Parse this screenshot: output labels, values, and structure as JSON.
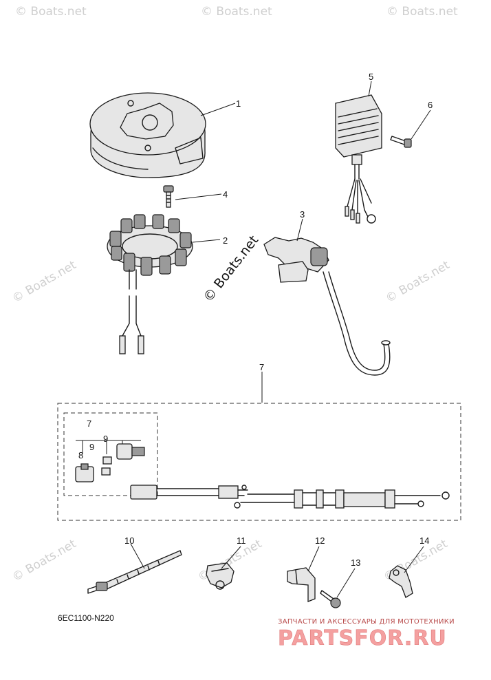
{
  "watermark": "© Boats.net",
  "diagram_code": "6EC1100-N220",
  "brand": {
    "tagline": "ЗАПЧАСТИ И АКСЕССУАРЫ ДЛЯ МОТОТЕХНИКИ",
    "name": "PARTSFOR.RU"
  },
  "callouts": {
    "c1": "1",
    "c2": "2",
    "c3": "3",
    "c4": "4",
    "c5": "5",
    "c6": "6",
    "c7": "7",
    "c7b": "7",
    "c8": "8",
    "c9a": "9",
    "c9b": "9",
    "c10": "10",
    "c11": "11",
    "c12": "12",
    "c13": "13",
    "c14": "14"
  },
  "colors": {
    "ink": "#1a1a1a",
    "watermark": "#cfcfcf",
    "brand_red": "#f4a0a0"
  }
}
